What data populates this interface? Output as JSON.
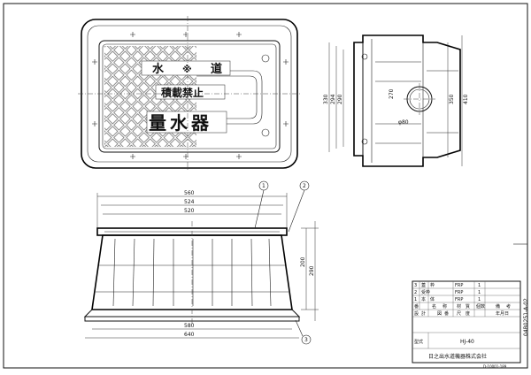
{
  "lid_text": {
    "row1": [
      "水",
      "※",
      "道"
    ],
    "row2": "積載禁止",
    "row3": "量水器"
  },
  "top_view_dims": [
    "330",
    "294",
    "290"
  ],
  "side_view": {
    "dims_left": [
      "330",
      "294",
      "290"
    ],
    "dims_right": [
      "350",
      "410"
    ],
    "hole_label": "φ80",
    "inner_dim": "270"
  },
  "front_view": {
    "widths_top": [
      "560",
      "524",
      "520"
    ],
    "widths_bottom": [
      "580",
      "640"
    ],
    "heights_right": [
      "200",
      "290"
    ],
    "balloons": [
      "1",
      "2",
      "3"
    ]
  },
  "parts_table": {
    "rows": [
      {
        "no": "3",
        "mark": "蓋",
        "name": "枠",
        "material": "FRP",
        "qty": "1"
      },
      {
        "no": "2",
        "mark": "受枠",
        "name": "",
        "material": "FRP",
        "qty": "1"
      },
      {
        "no": "1",
        "mark": "本",
        "name": "体",
        "material": "FRP",
        "qty": "1"
      }
    ],
    "header": [
      "番",
      "名",
      "称",
      "材",
      "質",
      "個数",
      "備",
      "考"
    ],
    "approval": [
      "設",
      "計",
      "図",
      "番",
      "尺",
      "度",
      "年月日"
    ],
    "model_label": "型式",
    "model": "HJ-40",
    "company": "日之出水道機器株式会社",
    "doc_number": "04R0251-A-02",
    "footer_code": "D-10001-189"
  }
}
